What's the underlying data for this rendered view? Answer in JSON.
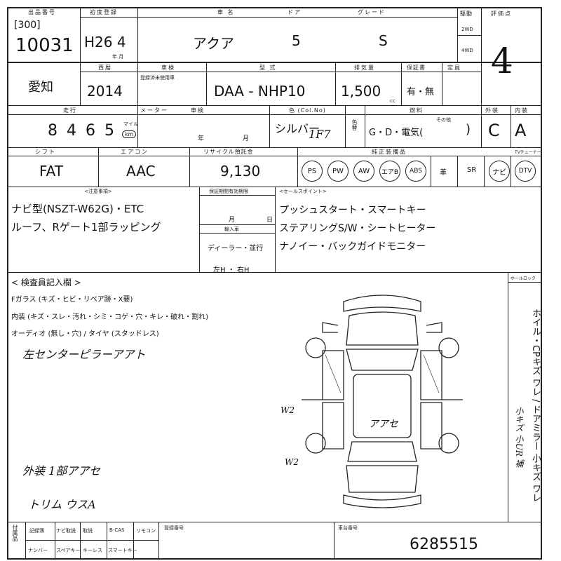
{
  "header": {
    "lot_label": "出品番号",
    "lot_sub": "[300]",
    "lot_number": "10031",
    "first_reg_label": "初度登録",
    "first_reg": "H26 4",
    "year_month_small": "年 月",
    "name_label": "車 名",
    "car_name": "アクア",
    "door_label": "ドア",
    "doors": "5",
    "grade_label": "グレード",
    "grade": "S",
    "drive_label": "駆動",
    "drive_2wd": "2WD",
    "drive_4wd": "4WD",
    "score_label": "評価点",
    "score": "4"
  },
  "row2": {
    "region": "愛知",
    "model_year_label": "西暦",
    "model_year": "2014",
    "inspection_label": "車検",
    "inspection_sub": "登録済未使用車",
    "model_label": "型 式",
    "model_code": "DAA - NHP10",
    "displacement_label": "排気量",
    "displacement": "1,500",
    "cc": "cc",
    "warranty_label": "保証書",
    "warranty": "有・無",
    "capacity_label": "定員"
  },
  "row3": {
    "mileage_label": "走行",
    "mileage": "8 4 6 5",
    "mile_unit": "マイル",
    "km_unit": "km",
    "odometer_label": "メーター",
    "shaken_label": "車検",
    "shaken_year": "年",
    "shaken_month": "月",
    "color_label": "色 (Col.No)",
    "color": "シルバー",
    "color_code": "1F7",
    "color_change_label": "色替",
    "fuel_label": "燃料",
    "fuel_options": "G・D・電気(",
    "fuel_other": "その他",
    "exterior_label": "外装",
    "exterior": "C",
    "interior_label": "内装",
    "interior": "A"
  },
  "row4": {
    "shift_label": "シフト",
    "shift": "FAT",
    "aircon_label": "エアコン",
    "aircon": "AAC",
    "recycle_label": "リサイクル預託金",
    "recycle": "9,130",
    "equipment_label": "純正装備品",
    "equipment": [
      "PS",
      "PW",
      "AW",
      "エアB",
      "ABS",
      "革",
      "SR",
      "ナビ",
      "DTV"
    ],
    "tv_label": "TVチューナー"
  },
  "row5": {
    "notes_label": "<注意事項>",
    "notes": [
      "ナビ型(NSZT-W62G)・ETC",
      "ルーフ、Rゲート1部ラッピング"
    ],
    "warranty_period_label": "保証期間有効期限",
    "month_label": "月",
    "day_label": "日",
    "import_label": "輸入車",
    "dealer": "ディーラー・並行",
    "handle": "左H ・ 右H",
    "sales_label": "<セールスポイント>",
    "sales": [
      "プッシュスタート・スマートキー",
      "ステアリングS/W・シートヒーター",
      "ナノイー・バックガイドモニター"
    ]
  },
  "inspection": {
    "title": "< 検査員記入欄 >",
    "glass": "Fガラス (キズ・ヒビ・リペア跡・X要)",
    "interior": "内装 (キズ・スレ・汚れ・シミ・コゲ・穴・キレ・破れ・割れ)",
    "audio": "オーディオ (無し・穴) / タイヤ (スタッドレス)",
    "hand_note": "左センターピラーアアト",
    "hand_exterior": "外装 1部アアセ",
    "hand_trim": "トリム ウスA",
    "diagram_note1": "W2",
    "diagram_note2": "W2",
    "diagram_center": "アアセ",
    "lock_label": "ホールロック",
    "side_text": "ホイル・CPキズ ワレ / ドアミラー 小キズ ワレ",
    "side_hand": "小キズ 小UR 補"
  },
  "footer": {
    "items_top": [
      "記録簿",
      "ナビ取説",
      "取説",
      "B-CAS",
      "リモコン"
    ],
    "items_bottom": [
      "ナンバー",
      "スペアキー",
      "キーレス",
      "スマートキー"
    ],
    "left_label": "付属品",
    "reg_number_label": "登録番号",
    "frame_label": "車台番号",
    "frame_number": "6285515"
  },
  "colors": {
    "line": "#222222",
    "paper": "#ffffff"
  }
}
